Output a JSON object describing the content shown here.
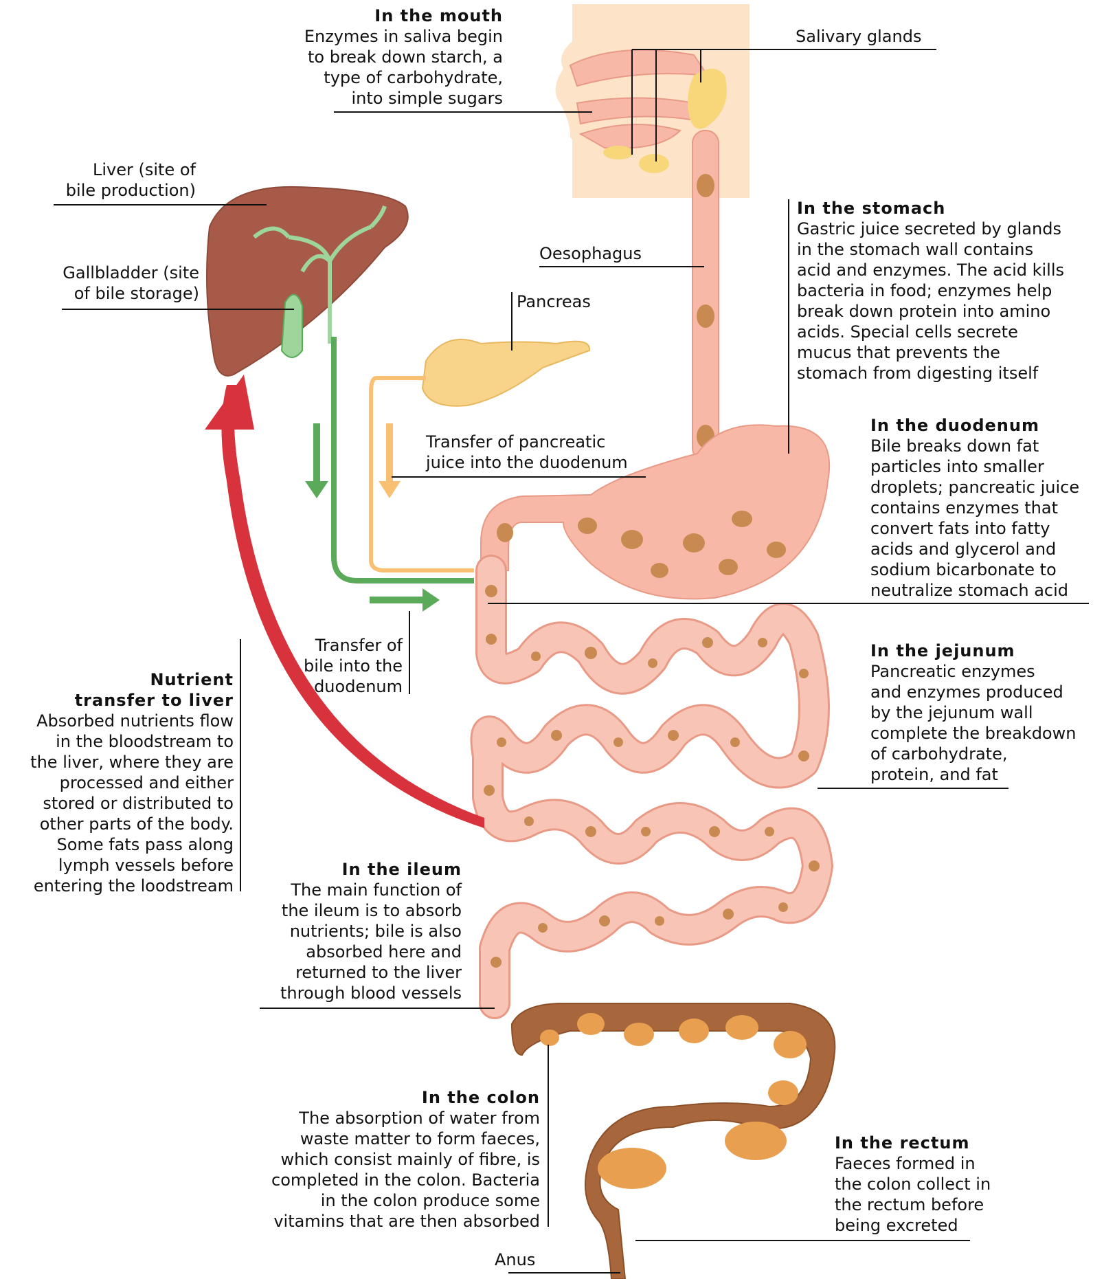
{
  "colors": {
    "mouth_bg": "#fde4c8",
    "tract": "#f7b8a8",
    "tract_outline": "#e89a86",
    "food": "#c98a52",
    "liver": "#a85a48",
    "bile": "#5aaa5a",
    "pancreas": "#f8d48a",
    "colon": "#a8663c",
    "blood_arrow": "#d8323c",
    "glands": "#f7d77a"
  },
  "labels": {
    "mouth": {
      "title": "In the mouth",
      "lines": [
        "Enzymes in saliva begin",
        "to break down starch, a",
        "type of carbohydrate,",
        "into simple sugars"
      ]
    },
    "salivary": {
      "lines": [
        "Salivary glands"
      ]
    },
    "liver": {
      "lines": [
        "Liver (site of",
        "bile production)"
      ]
    },
    "gallbladder": {
      "lines": [
        "Gallbladder (site",
        "of bile storage)"
      ]
    },
    "oesophagus": {
      "lines": [
        "Oesophagus"
      ]
    },
    "pancreas": {
      "lines": [
        "Pancreas"
      ]
    },
    "stomach": {
      "title": "In the stomach",
      "lines": [
        "Gastric juice secreted by glands",
        "in the stomach wall contains",
        "acid and enzymes. The acid kills",
        "bacteria in food; enzymes help",
        "break down protein into amino",
        "acids. Special cells secrete",
        "mucus that prevents the",
        "stomach from digesting itself"
      ]
    },
    "pancreatic_transfer": {
      "lines": [
        "Transfer of pancreatic",
        "juice into the duodenum"
      ]
    },
    "duodenum": {
      "title": "In the duodenum",
      "lines": [
        "Bile breaks down fat",
        "particles into smaller",
        "droplets; pancreatic juice",
        "contains enzymes that",
        "convert fats into fatty",
        "acids and glycerol and",
        "sodium bicarbonate to",
        "neutralize stomach acid"
      ]
    },
    "bile_transfer": {
      "lines": [
        "Transfer of",
        "bile into the",
        "duodenum"
      ]
    },
    "jejunum": {
      "title": "In the jejunum",
      "lines": [
        "Pancreatic enzymes",
        "and enzymes produced",
        "by the jejunum wall",
        "complete the breakdown",
        "of carbohydrate,",
        "protein, and fat"
      ]
    },
    "nutrient": {
      "title_lines": [
        "Nutrient",
        "transfer to liver"
      ],
      "lines": [
        "Absorbed nutrients flow",
        "in the bloodstream to",
        "the liver, where they are",
        "processed and either",
        "stored or distributed to",
        "other parts of the body.",
        "Some fats pass along",
        "lymph vessels before",
        "entering the loodstream"
      ]
    },
    "ileum": {
      "title": "In the ileum",
      "lines": [
        "The main function of",
        "the ileum is to absorb",
        "nutrients; bile is also",
        "absorbed here and",
        "returned to the liver",
        "through blood vessels"
      ]
    },
    "colon": {
      "title": "In the colon",
      "lines": [
        "The absorption of water from",
        "waste matter to form faeces,",
        "which consist mainly of fibre, is",
        "completed in the colon. Bacteria",
        "in the colon produce some",
        "vitamins that are then absorbed"
      ]
    },
    "rectum": {
      "title": "In the rectum",
      "lines": [
        "Faeces formed in",
        "the colon collect in",
        "the rectum before",
        "being excreted"
      ]
    },
    "anus": {
      "lines": [
        "Anus"
      ]
    }
  }
}
